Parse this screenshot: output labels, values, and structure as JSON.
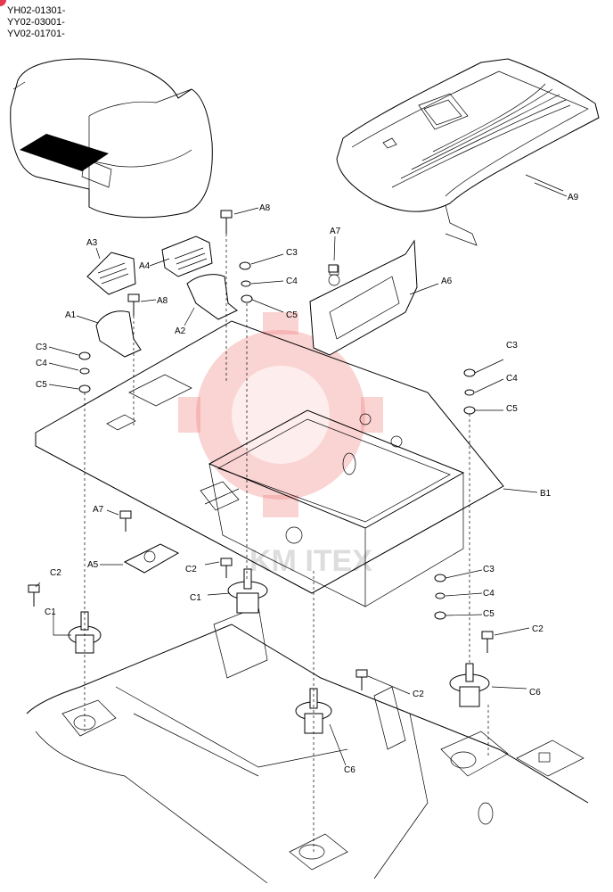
{
  "serial_numbers": [
    "YH02-01301-",
    "YY02-03001-",
    "YV02-01701-"
  ],
  "watermark_text": "KM ITEX",
  "callouts": {
    "A9": "A9",
    "A8_top": "A8",
    "A8_mid": "A8",
    "A7_top": "A7",
    "A6": "A6",
    "A3": "A3",
    "A4": "A4",
    "A1": "A1",
    "A2": "A2",
    "C3_top": "C3",
    "C4_top": "C4",
    "C5_top": "C5",
    "C3_left": "C3",
    "C4_left": "C4",
    "C5_left": "C5",
    "C3_right": "C3",
    "C4_right": "C4",
    "C5_right": "C5",
    "C3_lower": "C3",
    "C4_lower": "C4",
    "C5_lower": "C5",
    "B1": "B1",
    "A7_low": "A7",
    "A5": "A5",
    "C2_left": "C2",
    "C2_mid": "C2",
    "C2_right": "C2",
    "C2_center": "C2",
    "C1_left": "C1",
    "C1_mid": "C1",
    "C6_right": "C6",
    "C6_center": "C6"
  },
  "colors": {
    "badge": "#e53950",
    "watermark": "#f08080",
    "line": "#000000"
  }
}
